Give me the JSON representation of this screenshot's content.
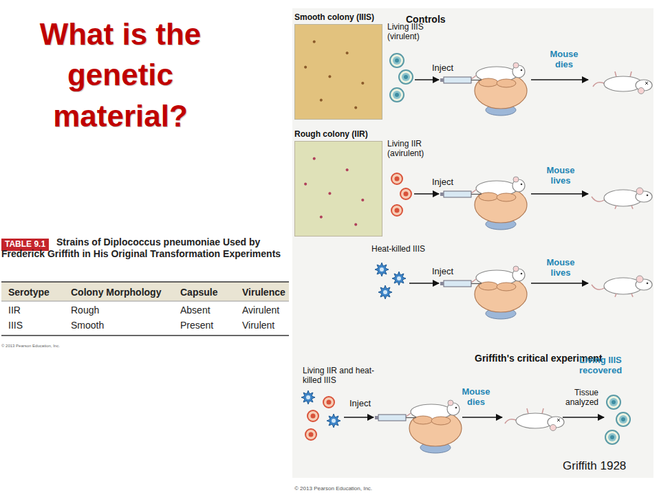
{
  "diagram": {
    "title": "What is the genetic material?",
    "nodes": [
      {
        "text": [
          "TABLE 9.1"
        ]
      },
      {
        "text": [
          "Smooth colony (IIIS)"
        ]
      },
      {
        "text": [
          "Rough colony (IIR)"
        ]
      }
    ],
    "labels": [
      "Controls",
      "Living IIIS (virulent)",
      "Inject",
      "Mouse dies",
      "Living IIR (avirulent)",
      "Inject",
      "Mouse lives",
      "Heat-killed IIIS",
      "Inject",
      "Mouse lives",
      "Griffith's critical experiment",
      "Living IIR and heat-killed IIIS",
      "Inject",
      "Mouse dies",
      "Living IIIS recovered",
      "Tissue analyzed",
      "Griffith 1928",
      "© 2013 Pearson Education, Inc.",
      "Strains of Diplococcus pneumoniae Used by Frederick Griffith in His Original Transformation Experiments",
      "Serotype",
      "Colony Morphology",
      "Capsule",
      "Virulence",
      "IIR",
      "Rough",
      "Absent",
      "Avirulent",
      "IIIS",
      "Smooth",
      "Present",
      "Virulent",
      "© 2013 Pearson Education, Inc."
    ]
  }
}
